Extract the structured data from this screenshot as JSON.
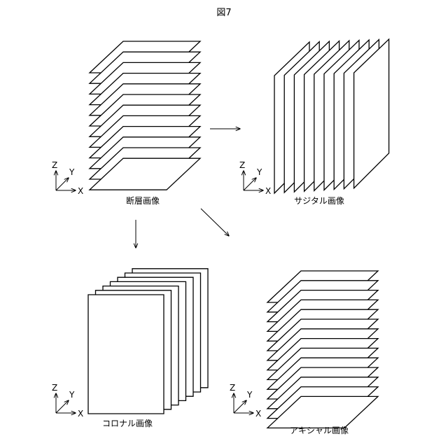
{
  "figure_title": "図7",
  "panels": {
    "tomographic": {
      "caption": "断層画像",
      "axes": {
        "z": "Z",
        "y": "Y",
        "x": "X"
      }
    },
    "sagittal": {
      "caption": "サジタル画像",
      "axes": {
        "z": "Z",
        "y": "Y",
        "x": "X"
      }
    },
    "coronal": {
      "caption": "コロナル画像",
      "axes": {
        "z": "Z",
        "y": "Y",
        "x": "X"
      }
    },
    "axial": {
      "caption": "アキシャル画像",
      "axes": {
        "z": "Z",
        "y": "Y",
        "x": "X"
      }
    }
  },
  "colors": {
    "stroke": "#000000",
    "fill": "#ffffff"
  }
}
